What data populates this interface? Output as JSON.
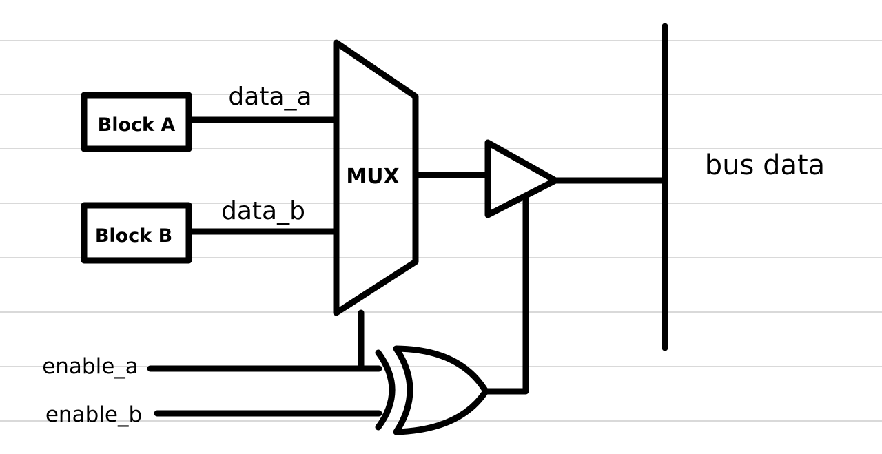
{
  "diagram": {
    "blocks": {
      "block_a": "Block A",
      "block_b": "Block B",
      "mux": "MUX"
    },
    "signals": {
      "data_a": "data_a",
      "data_b": "data_b",
      "enable_a": "enable_a",
      "enable_b": "enable_b",
      "bus": "bus data"
    },
    "gate_type": "XOR",
    "buffer_type": "tri-state buffer",
    "colors": {
      "ink": "#000000",
      "paper": "#ffffff",
      "ruled_lines": "#d9d9d9"
    }
  }
}
